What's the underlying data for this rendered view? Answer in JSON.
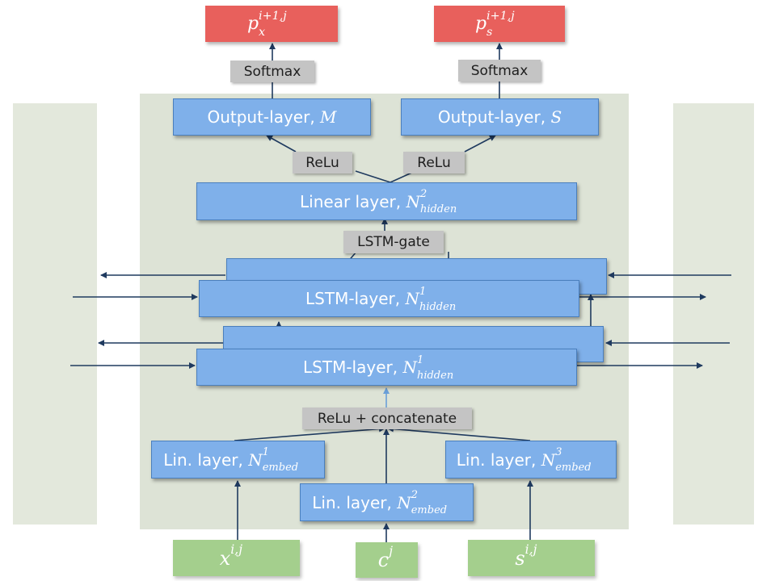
{
  "colors": {
    "background_panel": "#dde3d6",
    "side_panel": "#e3e8dc",
    "layer_blue": "#7fb0ea",
    "op_gray": "#c4c4c4",
    "output_red": "#e8605c",
    "input_green": "#a4cf8d",
    "arrow": "#1f3a5f"
  },
  "outputs": {
    "px": {
      "base": "p",
      "sup": "i+1,j",
      "sub": "x"
    },
    "ps": {
      "base": "p",
      "sup": "i+1,j",
      "sub": "s"
    }
  },
  "ops": {
    "softmax_left": "Softmax",
    "softmax_right": "Softmax",
    "relu_left": "ReLu",
    "relu_right": "ReLu",
    "lstm_gate": "LSTM-gate",
    "relu_concat": "ReLu + concatenate"
  },
  "layers": {
    "output_m": {
      "label": "Output-layer, ",
      "sym": "M"
    },
    "output_s": {
      "label": "Output-layer, ",
      "sym": "S"
    },
    "linear": {
      "label": "Linear layer, ",
      "sym": "N",
      "sup": "2",
      "sub": "hidden"
    },
    "lstm_upper": {
      "label": "LSTM-layer, ",
      "sym": "N",
      "sup": "1",
      "sub": "hidden"
    },
    "lstm_lower": {
      "label": "LSTM-layer, ",
      "sym": "N",
      "sup": "1",
      "sub": "hidden"
    },
    "embed_1": {
      "label": "Lin. layer, ",
      "sym": "N",
      "sup": "1",
      "sub": "embed"
    },
    "embed_2": {
      "label": "Lin. layer, ",
      "sym": "N",
      "sup": "2",
      "sub": "embed"
    },
    "embed_3": {
      "label": "Lin. layer, ",
      "sym": "N",
      "sup": "3",
      "sub": "embed"
    }
  },
  "inputs": {
    "x": {
      "base": "x",
      "sup": "i,j"
    },
    "c": {
      "base": "c",
      "sup": "j"
    },
    "s": {
      "base": "s",
      "sup": "i,j"
    }
  }
}
